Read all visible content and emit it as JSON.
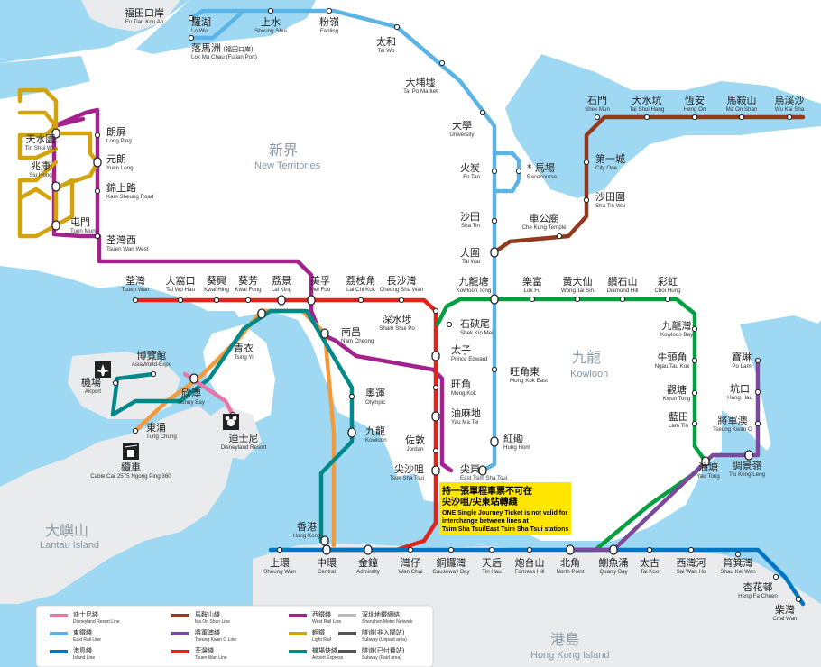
{
  "colors": {
    "sea": "#9fd8f2",
    "land": "#ffffff",
    "island": "#e9ebec",
    "east_rail": "#5ab4e5",
    "tsuen_wan": "#e2231a",
    "kwun_tong": "#00a040",
    "island_line": "#0075c2",
    "tung_chung": "#f39a3c",
    "disneyland": "#e777a9",
    "west_rail": "#a3228e",
    "ma_on_shan": "#923a1e",
    "tseung_kwan_o": "#7d499d",
    "light_rail": "#d2a30a",
    "airport_express": "#00888a",
    "notice_bg": "#ffe600"
  },
  "areas": {
    "new_territories": {
      "zh": "新界",
      "en": "New Territories"
    },
    "kowloon": {
      "zh": "九龍",
      "en": "Kowloon"
    },
    "lantau": {
      "zh": "大嶼山",
      "en": "Lantau Island"
    },
    "hk_island": {
      "zh": "港島",
      "en": "Hong Kong Island"
    }
  },
  "notice": {
    "zh1": "持一張單程車票不可在",
    "zh2": "尖沙咀/尖東站轉綫",
    "en1": "ONE Single Journey Ticket is not valid for",
    "en2": "interchange between lines at",
    "en3": "Tsim Sha Tsui/East Tsim Sha Tsui stations"
  },
  "stations": [
    {
      "id": "futian",
      "zh": "福田口岸",
      "en": "Fu Tian Kou An"
    },
    {
      "id": "lowu",
      "zh": "羅湖",
      "en": "Lo Wu"
    },
    {
      "id": "lmc",
      "zh": "落馬洲",
      "zh2": "(福田口岸)",
      "en": "Lok Ma Chau",
      "en2": "(Futian Port)"
    },
    {
      "id": "sheungshui",
      "zh": "上水",
      "en": "Sheung Shui"
    },
    {
      "id": "fanling",
      "zh": "粉嶺",
      "en": "Fanling"
    },
    {
      "id": "taiwo",
      "zh": "太和",
      "en": "Tai Wo"
    },
    {
      "id": "taipomarket",
      "zh": "大埔墟",
      "en": "Tai Po Market"
    },
    {
      "id": "university",
      "zh": "大學",
      "en": "University"
    },
    {
      "id": "fotan",
      "zh": "火炭",
      "en": "Fo Tan"
    },
    {
      "id": "racecourse",
      "zh": "馬場",
      "en": "Racecourse",
      "prefix": "*"
    },
    {
      "id": "shatin",
      "zh": "沙田",
      "en": "Sha Tin"
    },
    {
      "id": "taiwai",
      "zh": "大圍",
      "en": "Tai Wai"
    },
    {
      "id": "kowloontong",
      "zh": "九龍塘",
      "en": "Kowloon Tong"
    },
    {
      "id": "mongkokeast",
      "zh": "旺角東",
      "en": "Mong Kok East"
    },
    {
      "id": "hunghom",
      "zh": "紅磡",
      "en": "Hung Hom"
    },
    {
      "id": "etst",
      "zh": "尖東",
      "en": "East Tsim Sha Tsui"
    },
    {
      "id": "tst",
      "zh": "尖沙咀",
      "en": "Tsim Sha Tsui"
    },
    {
      "id": "tinshuiwai",
      "zh": "天水圍",
      "en": "Tin Shui Wai"
    },
    {
      "id": "siuhong",
      "zh": "兆康",
      "en": "Siu Hong"
    },
    {
      "id": "tuenmun",
      "zh": "屯門",
      "en": "Tuen Mun"
    },
    {
      "id": "longping",
      "zh": "朗屏",
      "en": "Long Ping"
    },
    {
      "id": "yuenlong",
      "zh": "元朗",
      "en": "Yuen Long"
    },
    {
      "id": "kamsheungroad",
      "zh": "錦上路",
      "en": "Kam Sheung Road"
    },
    {
      "id": "tsuenwanwest",
      "zh": "荃灣西",
      "en": "Tsuen Wan West"
    },
    {
      "id": "tsuenwan",
      "zh": "荃灣",
      "en": "Tsuen Wan"
    },
    {
      "id": "taiwohau",
      "zh": "大窩口",
      "en": "Tai Wo Hau"
    },
    {
      "id": "kwaihing",
      "zh": "葵興",
      "en": "Kwai Hing"
    },
    {
      "id": "kwaifong",
      "zh": "葵芳",
      "en": "Kwai Fong"
    },
    {
      "id": "laiking",
      "zh": "荔景",
      "en": "Lai King"
    },
    {
      "id": "meifoo",
      "zh": "美孚",
      "en": "Mei Foo"
    },
    {
      "id": "laichikok",
      "zh": "荔枝角",
      "en": "Lai Chi Kok"
    },
    {
      "id": "cheungshawan",
      "zh": "長沙灣",
      "en": "Cheung Sha Wan"
    },
    {
      "id": "shamshuipo",
      "zh": "深水埗",
      "en": "Sham Shui Po"
    },
    {
      "id": "princeedward",
      "zh": "太子",
      "en": "Prince Edward"
    },
    {
      "id": "mongkok",
      "zh": "旺角",
      "en": "Mong Kok"
    },
    {
      "id": "yaumatei",
      "zh": "油麻地",
      "en": "Yau Ma Tei"
    },
    {
      "id": "jordan",
      "zh": "佐敦",
      "en": "Jordan"
    },
    {
      "id": "shekkipmei",
      "zh": "石硤尾",
      "en": "Shek Kip Mei"
    },
    {
      "id": "lokfu",
      "zh": "樂富",
      "en": "Lok Fu"
    },
    {
      "id": "wongtaisin",
      "zh": "黃大仙",
      "en": "Wong Tai Sin"
    },
    {
      "id": "diamondhill",
      "zh": "鑽石山",
      "en": "Diamond Hill"
    },
    {
      "id": "choihung",
      "zh": "彩虹",
      "en": "Choi Hung"
    },
    {
      "id": "kowloonbay",
      "zh": "九龍灣",
      "en": "Kowloon Bay"
    },
    {
      "id": "ngautaukok",
      "zh": "牛頭角",
      "en": "Ngau Tau Kok"
    },
    {
      "id": "kwuntong",
      "zh": "觀塘",
      "en": "Kwun Tong"
    },
    {
      "id": "lamtin",
      "zh": "藍田",
      "en": "Lam Tin"
    },
    {
      "id": "yautong",
      "zh": "油塘",
      "en": "Yau Tong"
    },
    {
      "id": "tiukengleng",
      "zh": "調景嶺",
      "en": "Tiu Keng Leng"
    },
    {
      "id": "tseungkwano",
      "zh": "將軍澳",
      "en": "Tseung Kwan O"
    },
    {
      "id": "hanghau",
      "zh": "坑口",
      "en": "Hang Hau"
    },
    {
      "id": "polam",
      "zh": "寶琳",
      "en": "Po Lam"
    },
    {
      "id": "shekmun",
      "zh": "石門",
      "en": "Shek Mun"
    },
    {
      "id": "taishuihang",
      "zh": "大水坑",
      "en": "Tai Shui Hang"
    },
    {
      "id": "hengon",
      "zh": "恆安",
      "en": "Heng On"
    },
    {
      "id": "maonshan",
      "zh": "馬鞍山",
      "en": "Ma On Shan"
    },
    {
      "id": "wukaisha",
      "zh": "烏溪沙",
      "en": "Wu Kai Sha"
    },
    {
      "id": "cityone",
      "zh": "第一城",
      "en": "City One"
    },
    {
      "id": "shatinwai",
      "zh": "沙田圍",
      "en": "Sha Tin Wai"
    },
    {
      "id": "chekungtemple",
      "zh": "車公廟",
      "en": "Che Kung Temple"
    },
    {
      "id": "namcheong",
      "zh": "南昌",
      "en": "Nam Cheong"
    },
    {
      "id": "olympic",
      "zh": "奧運",
      "en": "Olympic"
    },
    {
      "id": "kowloon",
      "zh": "九龍",
      "en": "Kowloon"
    },
    {
      "id": "tsingyi",
      "zh": "青衣",
      "en": "Tsing Yi"
    },
    {
      "id": "sunnybay",
      "zh": "欣澳",
      "en": "Sunny Bay"
    },
    {
      "id": "tungchung",
      "zh": "東涌",
      "en": "Tung Chung"
    },
    {
      "id": "asiaworldexpo",
      "zh": "博覽館",
      "en": "AsiaWorld-Expo"
    },
    {
      "id": "airport",
      "zh": "機場",
      "en": "Airport"
    },
    {
      "id": "disneyland",
      "zh": "迪士尼",
      "en": "Disneyland Resort"
    },
    {
      "id": "cablecar",
      "zh": "纜車",
      "en": "Cable Car",
      "en2": "2575 Ngong Ping 360"
    },
    {
      "id": "hongkong",
      "zh": "香港",
      "en": "Hong Kong"
    },
    {
      "id": "sheungwan",
      "zh": "上環",
      "en": "Sheung Wan"
    },
    {
      "id": "central",
      "zh": "中環",
      "en": "Central"
    },
    {
      "id": "admiralty",
      "zh": "金鐘",
      "en": "Admiralty"
    },
    {
      "id": "wanchai",
      "zh": "灣仔",
      "en": "Wan Chai"
    },
    {
      "id": "causewaybay",
      "zh": "銅鑼灣",
      "en": "Causeway Bay"
    },
    {
      "id": "tinhau",
      "zh": "天后",
      "en": "Tin Hau"
    },
    {
      "id": "fortresshill",
      "zh": "炮台山",
      "en": "Fortress Hill"
    },
    {
      "id": "northpoint",
      "zh": "北角",
      "en": "North Point"
    },
    {
      "id": "quarrybay",
      "zh": "鰂魚涌",
      "en": "Quarry Bay"
    },
    {
      "id": "taikoo",
      "zh": "太古",
      "en": "Tai Koo"
    },
    {
      "id": "saiwanho",
      "zh": "西灣河",
      "en": "Sai Wan Ho"
    },
    {
      "id": "shaukeiwan",
      "zh": "筲箕灣",
      "en": "Shau Kei Wan"
    },
    {
      "id": "hengfachuen",
      "zh": "杏花邨",
      "en": "Heng Fa Chuen"
    },
    {
      "id": "chaiwan",
      "zh": "柴灣",
      "en": "Chai Wan"
    }
  ],
  "legend": [
    {
      "zh": "迪士尼綫",
      "en": "Disneyland Resort Line",
      "color": "#e777a9"
    },
    {
      "zh": "東鐵綫",
      "en": "East Rail Line",
      "color": "#5ab4e5"
    },
    {
      "zh": "港島綫",
      "en": "Island Line",
      "color": "#0075c2"
    },
    {
      "zh": "馬鞍山綫",
      "en": "Ma On Shan Line",
      "color": "#923a1e"
    },
    {
      "zh": "將軍澳綫",
      "en": "Tseung Kwan O Line",
      "color": "#7d499d"
    },
    {
      "zh": "荃灣綫",
      "en": "Tsuen Wan Line",
      "color": "#e2231a"
    },
    {
      "zh": "西鐵綫",
      "en": "West Rail Line",
      "color": "#a3228e"
    },
    {
      "zh": "輕鐵",
      "en": "Light Rail",
      "color": "#d2a30a"
    },
    {
      "zh": "機場快綫",
      "en": "Airport Express",
      "color": "#00888a"
    },
    {
      "zh": "深圳地鐵網絡",
      "en": "Shenzhen Metro Network",
      "color": "#bbbbbb"
    },
    {
      "zh": "隧道(非入閘站)",
      "en": "Subway (Unpaid area)",
      "color": "#555555"
    },
    {
      "zh": "隧道(已付費站)",
      "en": "Subway (Paid area)",
      "color": "#555555"
    }
  ]
}
